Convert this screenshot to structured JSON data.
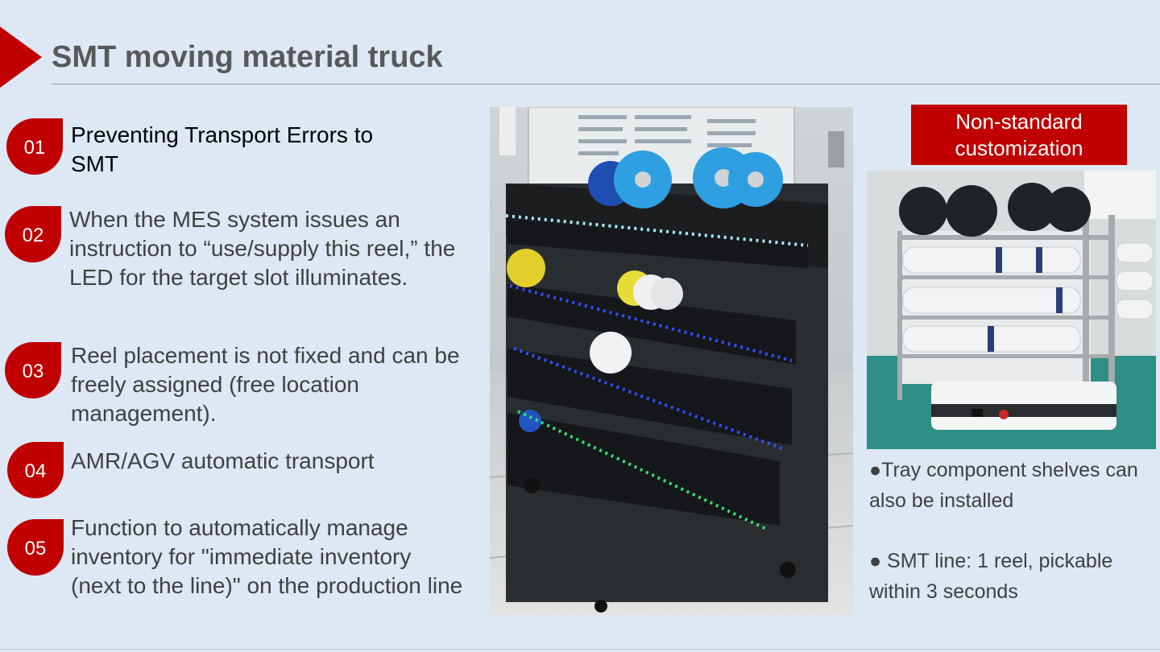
{
  "slide": {
    "title": "SMT moving material truck",
    "accent_color": "#c00000",
    "background_color": "#dde8f4"
  },
  "items": [
    {
      "number": "01",
      "text": "Preventing Transport Errors to SMT"
    },
    {
      "number": "02",
      "text": "When the MES system issues an instruction to “use/supply this reel,” the LED for the target slot illuminates."
    },
    {
      "number": "03",
      "text": "Reel placement is not fixed and can be freely assigned (free location management)."
    },
    {
      "number": "04",
      "text": "AMR/AGV automatic transport"
    },
    {
      "number": "05",
      "text": "Function to automatically manage inventory for \"immediate inventory (next to the line)\" on the production line"
    }
  ],
  "right_panel": {
    "tag": "Non-standard customization",
    "notes": [
      "●Tray component shelves can also be installed",
      "● SMT line: 1 reel, pickable within 3 seconds"
    ]
  },
  "images": {
    "main_photo": "smt-cart-with-led-shelves-photo",
    "side_photo": "amr-shelf-cart-photo"
  }
}
